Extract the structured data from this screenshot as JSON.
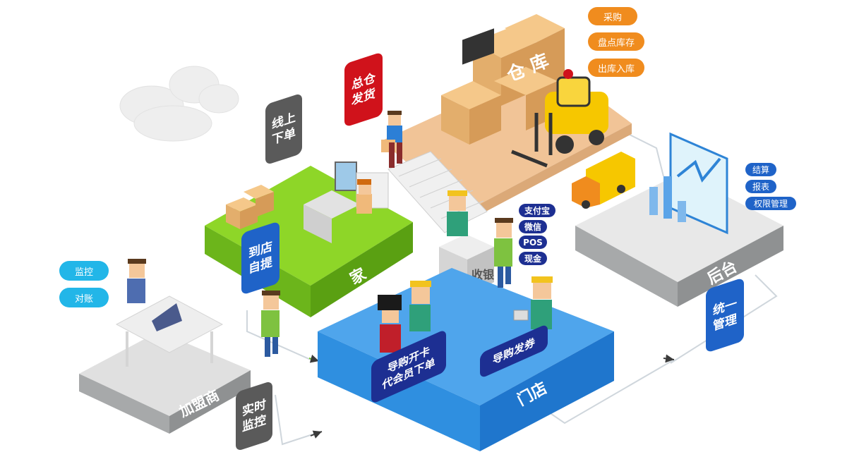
{
  "warehouse": {
    "label": "仓 库",
    "tasks": [
      "采购",
      "盘点库存",
      "出库入库"
    ]
  },
  "tags": {
    "hq_ship": [
      "总仓",
      "发货"
    ],
    "online_order": [
      "线上",
      "下单"
    ],
    "pickup": [
      "到店",
      "自提"
    ],
    "realtime_monitor": [
      "实时",
      "监控"
    ],
    "unified_mgmt": [
      "统一",
      "管理"
    ]
  },
  "home": {
    "label": "家"
  },
  "cashier": {
    "label": "收银",
    "payments": [
      "支付宝",
      "微信",
      "POS",
      "现金"
    ]
  },
  "backend": {
    "label": "后台",
    "functions": [
      "结算",
      "报表",
      "权限管理"
    ]
  },
  "franchise": {
    "label": "加盟商",
    "functions": [
      "监控",
      "对账"
    ]
  },
  "store": {
    "label": "门店",
    "guide_card": [
      "导购开卡",
      "代会员下单"
    ],
    "guide_coupon": "导购发券"
  },
  "colors": {
    "orange": "#f08c1e",
    "cyan": "#22b6e8",
    "navy": "#1d2f92",
    "store_blue": "#2f8fe0",
    "home_green": "#76c820",
    "platform_gray": "#8f9192",
    "tag_red": "#d0121b",
    "tag_gray": "#5a5a5a",
    "tag_blue": "#1f63c8"
  }
}
